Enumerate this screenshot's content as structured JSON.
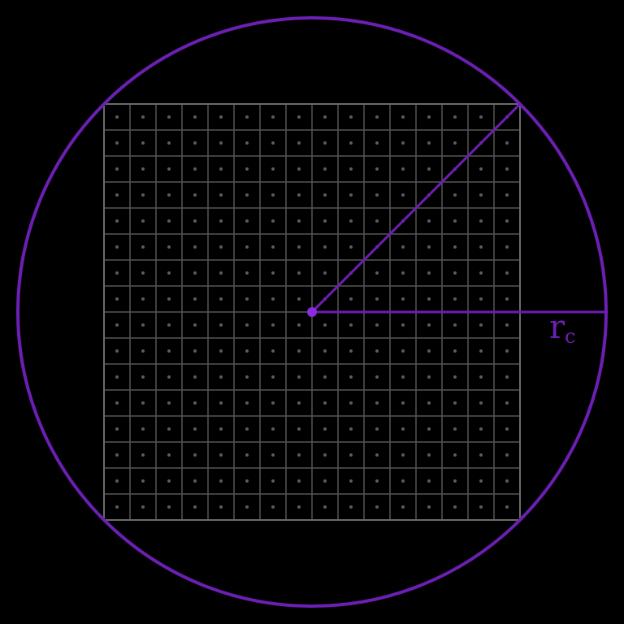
{
  "diagram": {
    "grid_cells_per_side": 16,
    "radius_label": {
      "main": "r",
      "subscript": "c"
    }
  },
  "colors": {
    "background": "#000000",
    "grid_line": "#555555",
    "grid_border": "#6a6a6a",
    "cell_dot": "#5c5c5c",
    "circle": "#6b1fb3",
    "center_point": "#8a2be2"
  }
}
